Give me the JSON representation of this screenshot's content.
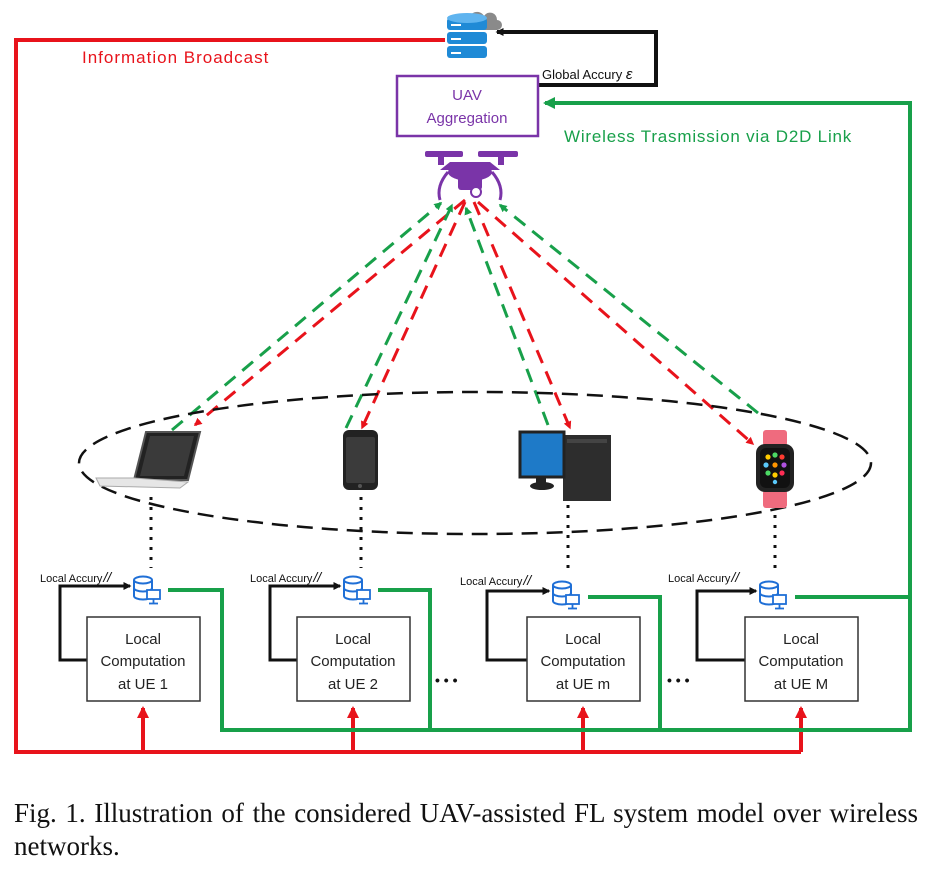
{
  "diagram": {
    "info_broadcast_label": "Information Broadcast",
    "global_accuracy_label": "Global Accury",
    "global_accuracy_symbol": "ε",
    "uav_aggregation": {
      "line1": "UAV",
      "line2": "Aggregation"
    },
    "wireless_label": "Wireless Trasmission via D2D Link",
    "local_accuracy_label": "Local Accury",
    "local_accuracy_symbol": "//",
    "ues": [
      {
        "device_icon": "laptop-icon",
        "line1": "Local",
        "line2": "Computation",
        "line3": "at UE 1"
      },
      {
        "device_icon": "smartphone-icon",
        "line1": "Local",
        "line2": "Computation",
        "line3": "at UE 2"
      },
      {
        "device_icon": "desktop-computer-icon",
        "line1": "Local",
        "line2": "Computation",
        "line3": "at UE m"
      },
      {
        "device_icon": "smartwatch-icon",
        "line1": "Local",
        "line2": "Computation",
        "line3": "at UE M"
      }
    ],
    "ellipsis": "• • •",
    "colors": {
      "broadcast": "#e8131b",
      "uplink": "#18a04a",
      "uav": "#7a34a8",
      "db": "#1f6fd6",
      "feedback": "#111111"
    }
  },
  "caption": "Fig. 1.  Illustration of the considered UAV-assisted FL system model over wireless networks."
}
